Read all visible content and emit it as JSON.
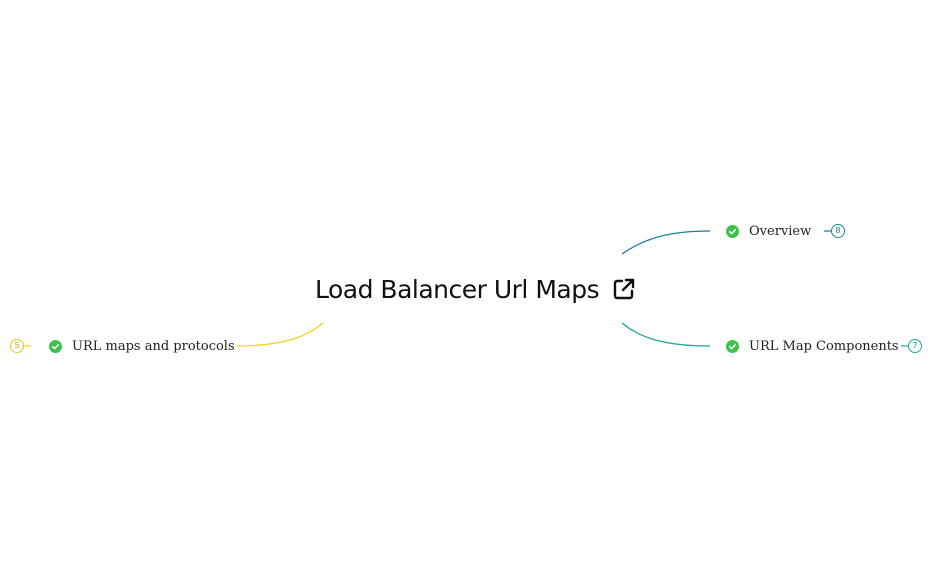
{
  "root": {
    "title": "Load Balancer Url Maps",
    "link_icon": "external-link-icon"
  },
  "nodes": [
    {
      "label": "Overview",
      "count": "8",
      "status_icon": "check-circle-icon",
      "branch_color": "#1a7f93"
    },
    {
      "label": "URL Map Components",
      "count": "7",
      "status_icon": "check-circle-icon",
      "branch_color": "#1aa898"
    },
    {
      "label": "URL maps and protocols",
      "count": "5",
      "status_icon": "check-circle-icon",
      "branch_color": "#f2d21a"
    }
  ],
  "colors": {
    "check_fill": "#3cc24a",
    "text": "#222222"
  }
}
